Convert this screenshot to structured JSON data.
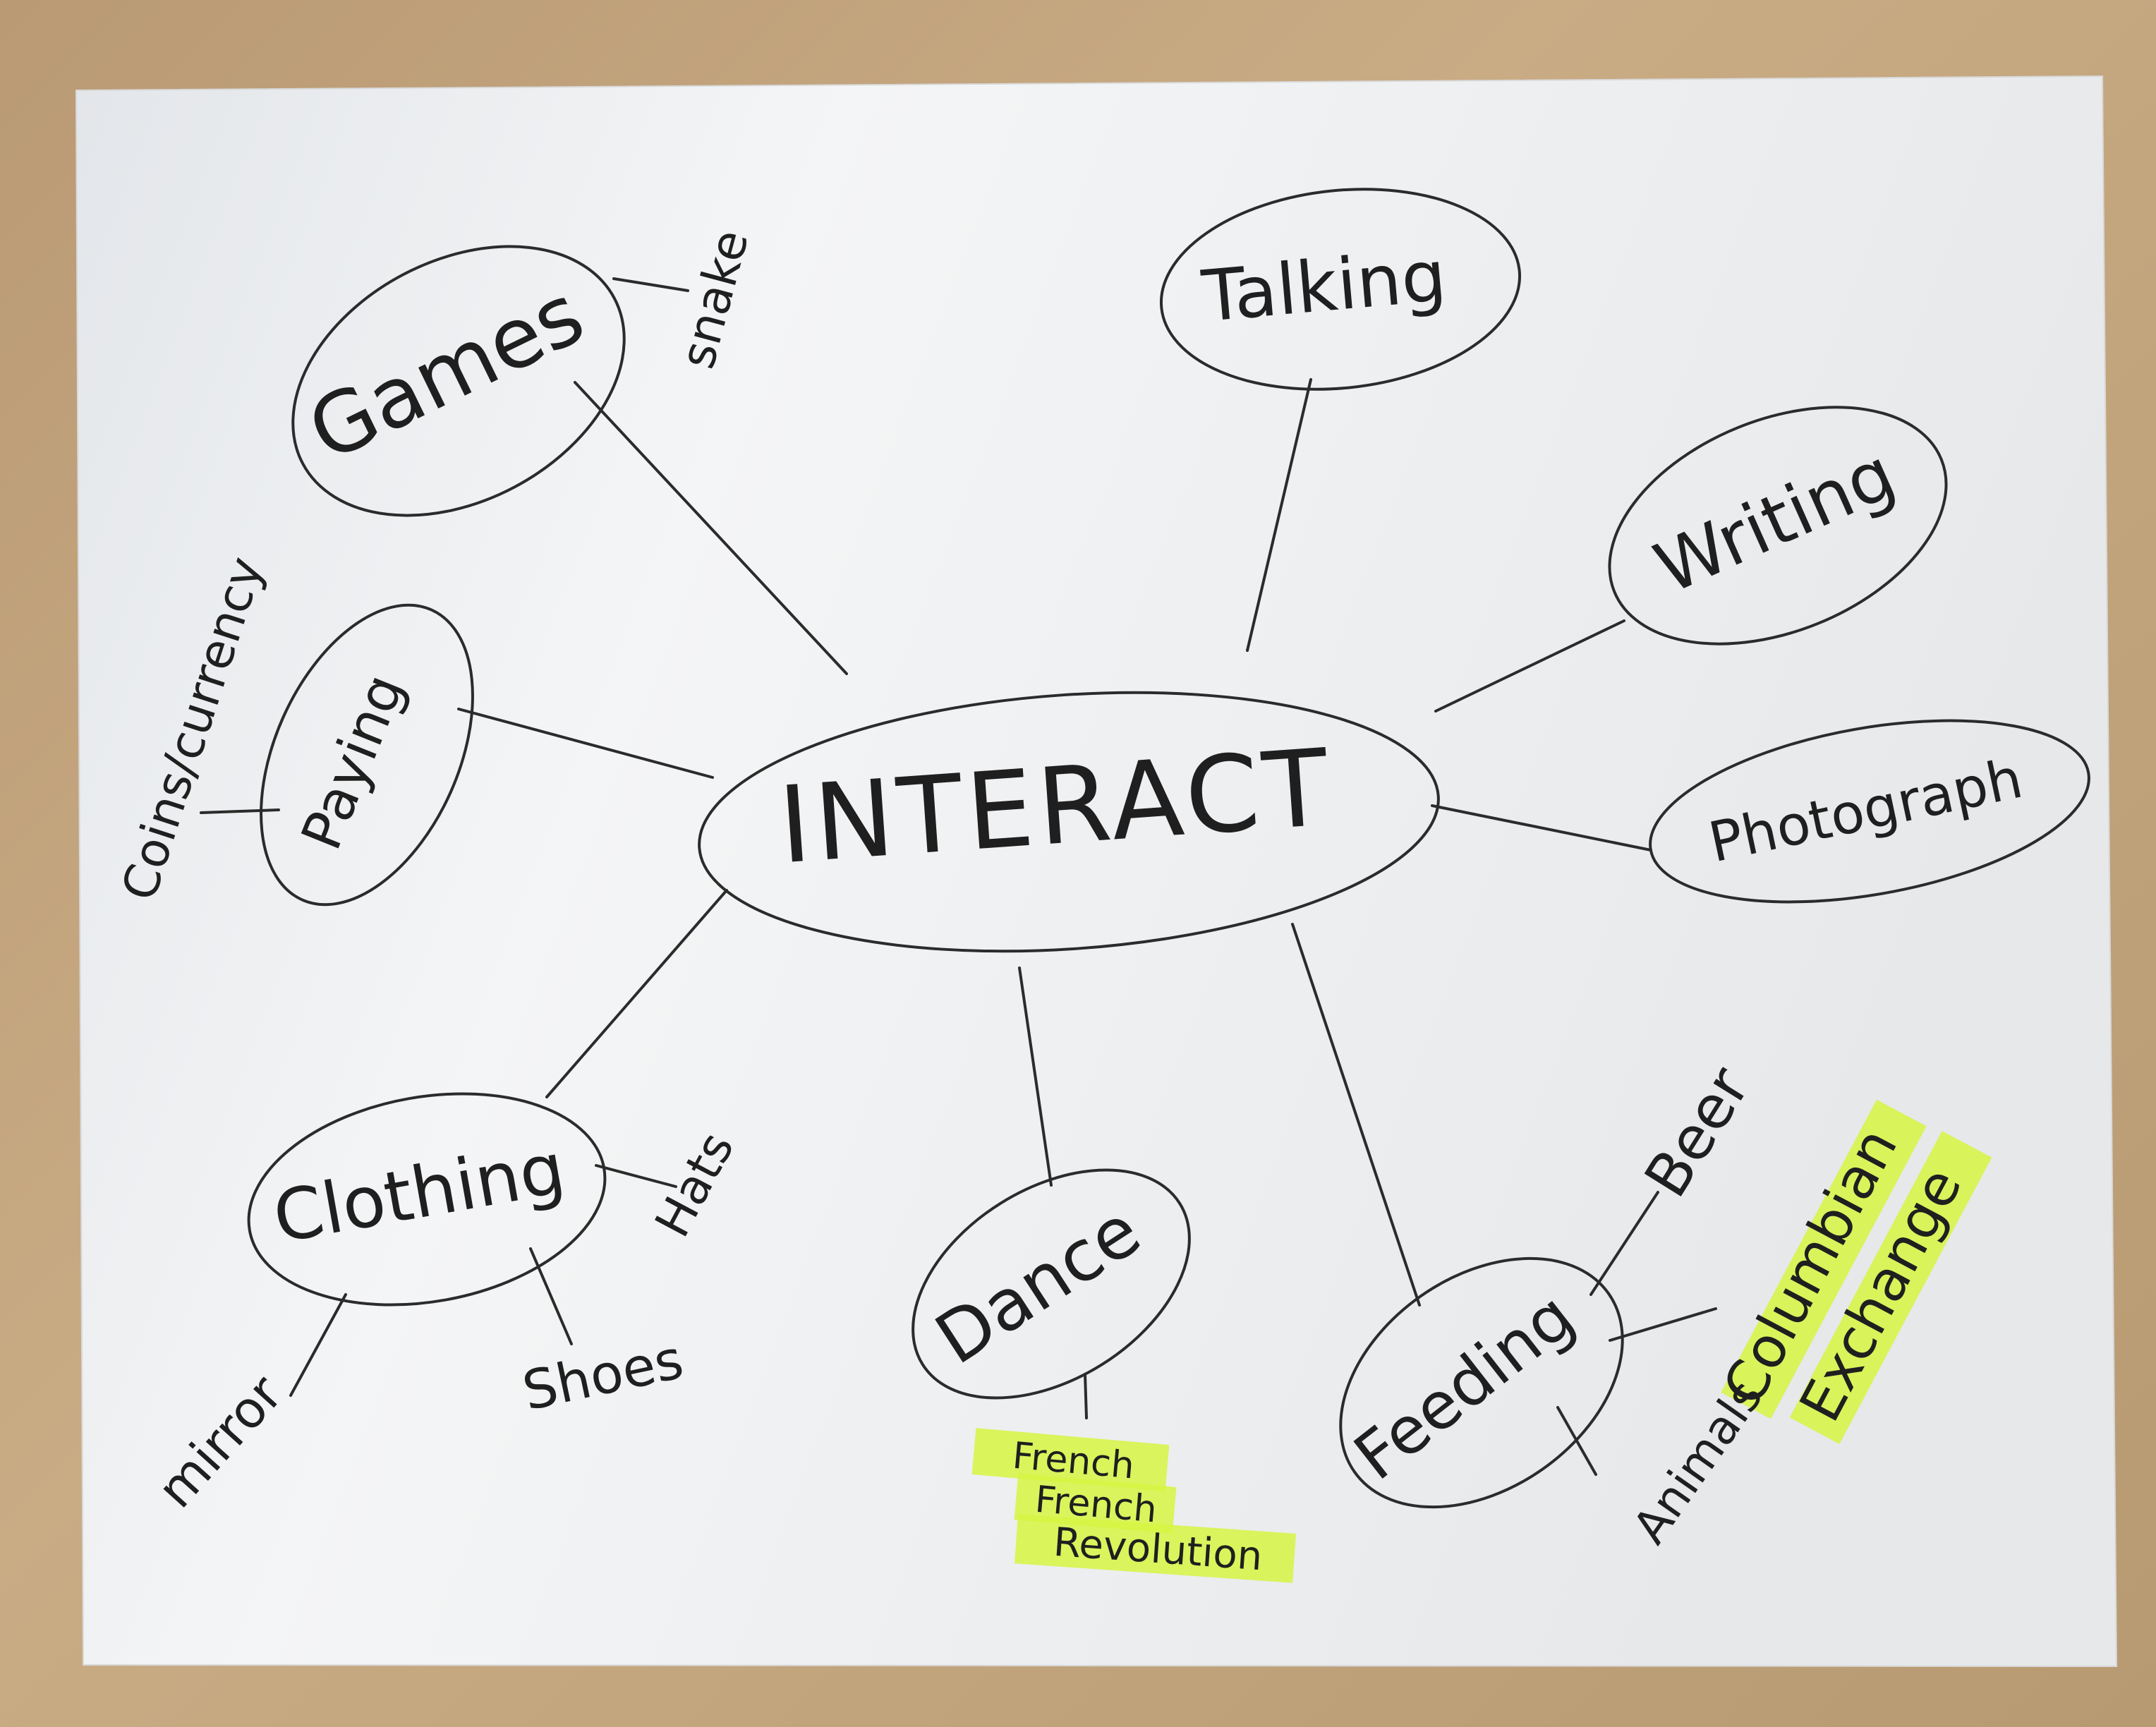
{
  "center": "INTERACT",
  "topics": {
    "games": "Games",
    "talking": "Talking",
    "writing": "Writing",
    "photograph": "Photograph",
    "paying": "Paying",
    "clothing": "Clothing",
    "dance": "Dance",
    "feeding": "Feeding"
  },
  "details": {
    "snake": "snake",
    "coins": "Coins/currency",
    "hats": "Hats",
    "shoes": "Shoes",
    "mirror": "mirror",
    "french1": "French",
    "french2": "French",
    "revolution": "Revolution",
    "beer": "Beer",
    "animals": "Animals",
    "columbian": "Columbian",
    "exchange": "Exchange"
  },
  "colors": {
    "paper": "#eef0f2",
    "ink": "#2b2b2b",
    "highlight": "#d6f542",
    "desk": "#c2a37c"
  }
}
